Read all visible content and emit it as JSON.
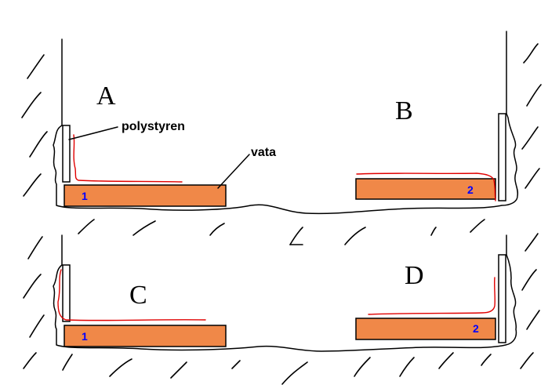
{
  "diagram": {
    "panels": [
      {
        "letter": "A",
        "insulation_number": "1"
      },
      {
        "letter": "B",
        "insulation_number": "2"
      },
      {
        "letter": "C",
        "insulation_number": "1"
      },
      {
        "letter": "D",
        "insulation_number": "2"
      }
    ],
    "callouts": {
      "polystyrene": "polystyren",
      "wool": "vata"
    },
    "colors": {
      "insulation_fill": "#f08848",
      "vapor_barrier_line": "#e00000",
      "number_text": "#0000ff",
      "outline": "#000000"
    }
  }
}
